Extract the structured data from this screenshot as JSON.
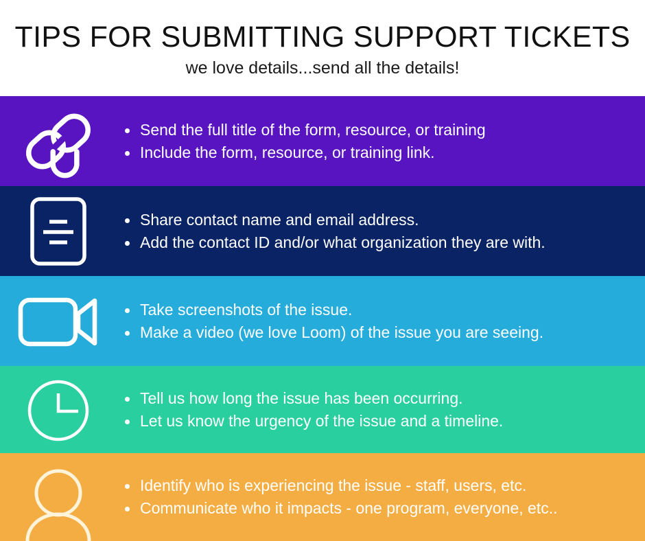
{
  "header": {
    "title": "TIPS FOR SUBMITTING SUPPORT TICKETS",
    "subtitle": "we love details...send all the details!"
  },
  "colors": {
    "page_background": "#ffffff",
    "title_text": "#111111",
    "bullet_text": "#ffffff",
    "band_purple": "#5814c0",
    "band_navy": "#0a2364",
    "band_cyan": "#25acdb",
    "band_green": "#2acf9f",
    "band_orange": "#f4ad43"
  },
  "bands": [
    {
      "id": "link",
      "icon": "chain-link-icon",
      "color": "#5814c0",
      "bullets": [
        "Send the full title of the form, resource, or training",
        "Include the form, resource, or training link."
      ]
    },
    {
      "id": "contact",
      "icon": "id-document-icon",
      "color": "#0a2364",
      "bullets": [
        "Share contact name and email address.",
        "Add the contact ID and/or what organization they are with."
      ]
    },
    {
      "id": "media",
      "icon": "video-camera-icon",
      "color": "#25acdb",
      "bullets": [
        "Take screenshots of the issue.",
        "Make a video (we love Loom) of the issue you are seeing."
      ]
    },
    {
      "id": "timing",
      "icon": "clock-icon",
      "color": "#2acf9f",
      "bullets": [
        "Tell us how long the issue has been occurring.",
        "Let us know the urgency of the issue and a timeline."
      ]
    },
    {
      "id": "people",
      "icon": "person-icon",
      "color": "#f4ad43",
      "bullets": [
        "Identify who is experiencing the issue - staff, users, etc.",
        "Communicate who it impacts - one program, everyone, etc.."
      ]
    }
  ]
}
